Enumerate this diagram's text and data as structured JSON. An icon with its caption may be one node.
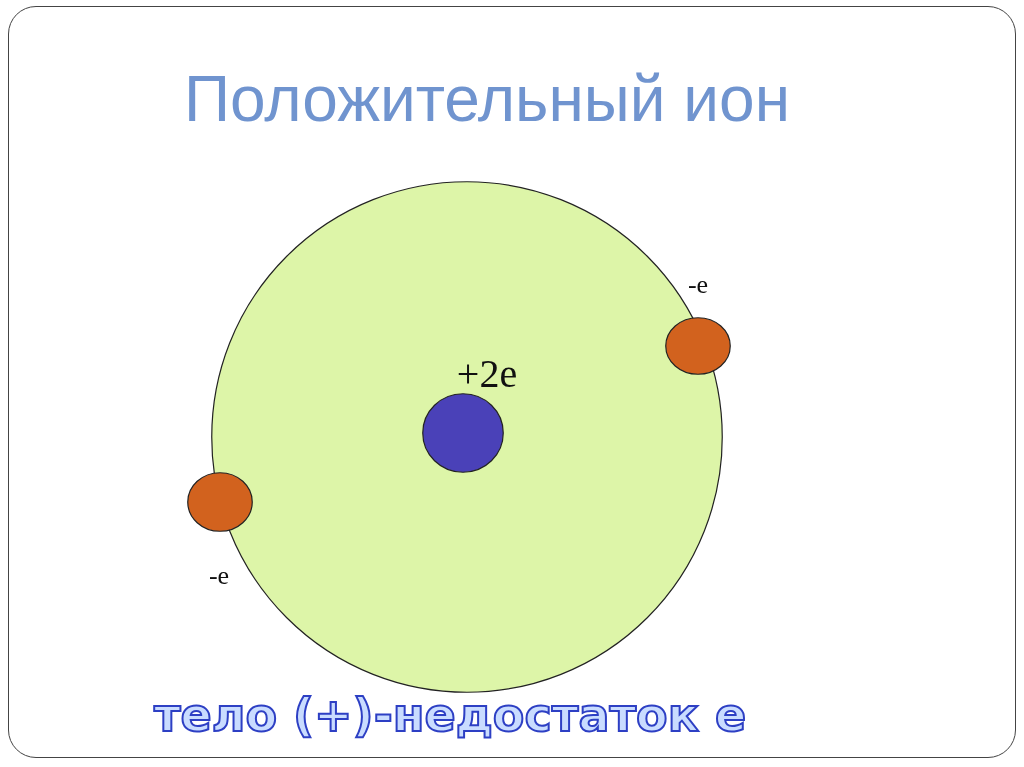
{
  "diagram": {
    "title": "Положительный ион",
    "nodes": [
      {
        "text": [],
        "shape": "circle"
      },
      {
        "text": [],
        "shape": "circle",
        "in": 0,
        "beside": [
          "+2e"
        ]
      },
      {
        "text": [],
        "shape": "circle",
        "beside": [
          "-e"
        ]
      },
      {
        "text": [],
        "shape": "circle",
        "beside": [
          "-e"
        ]
      }
    ],
    "caption": "тело (+)-недостаток е"
  }
}
